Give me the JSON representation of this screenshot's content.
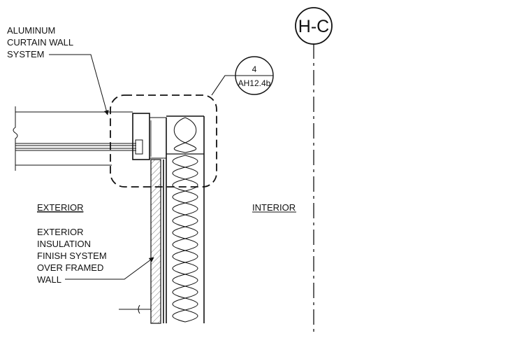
{
  "labels": {
    "curtain_wall": [
      "ALUMINUM",
      "CURTAIN WALL",
      "SYSTEM"
    ],
    "eifs": [
      "EXTERIOR",
      "INSULATION",
      "FINISH SYSTEM",
      "OVER FRAMED",
      "WALL"
    ],
    "exterior": "EXTERIOR",
    "interior": "INTERIOR"
  },
  "grid_bubble": {
    "label": "H-C"
  },
  "detail_tag": {
    "number": "4",
    "sheet": "AH12.4b"
  }
}
